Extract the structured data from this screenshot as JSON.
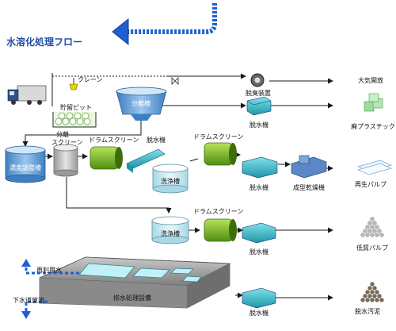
{
  "title": "水溶化処理フロー",
  "labels": {
    "crane": "クレーン",
    "pit": "貯留ピット",
    "separation_tank": "分離槽",
    "deodorizer": "脱臭装置",
    "atmosphere": "大気開放",
    "dewater_plastic": "脱水機",
    "waste_plastic": "廃プラスチック",
    "conditioning_tank": "濃度調整槽",
    "separation_screen_1": "分離",
    "separation_screen_2": "スクリーン",
    "drum_screen_1": "ドラムスクリーン",
    "dewater_1": "脱水機",
    "drum_screen_2": "ドラムスクリーン",
    "wash_tank_1": "洗浄槽",
    "dewater_2": "脱水機",
    "dryer": "成型乾燥機",
    "recycled_pulp": "再生パルプ",
    "drum_screen_3": "ドラムスクリーン",
    "wash_tank_2": "洗浄槽",
    "dewater_3": "脱水機",
    "low_pulp": "低質パルプ",
    "reuse_water": "再利用水",
    "sewer_discharge": "下水道放流",
    "wastewater_facility": "排水処理設備",
    "dewater_4": "脱水機",
    "sludge": "脱水汚泥"
  },
  "colors": {
    "title": "#1f4fa8",
    "flow_line": "#1a1a1a",
    "tank_blue": "#5b9bd5",
    "screen_green": "#7cbf2a",
    "dewater_teal": "#2eb3c5",
    "plastic_green": "#8fd48f",
    "blue_arrow": "#1f5fd1"
  }
}
